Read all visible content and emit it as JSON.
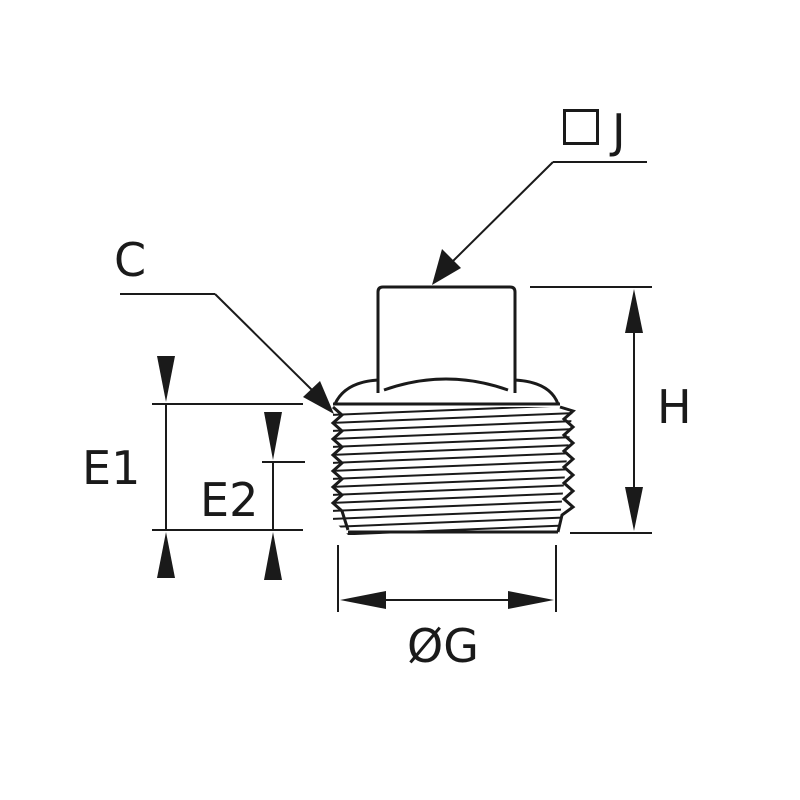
{
  "title": "",
  "colors": {
    "line": "#1a1a1a",
    "background": "#ffffff"
  },
  "labels": {
    "square_j": "J",
    "c": "C",
    "h": "H",
    "e1": "E1",
    "e2": "E2",
    "dia_g": "ØG"
  },
  "icons": {
    "square_symbol": "square-outline-icon"
  }
}
